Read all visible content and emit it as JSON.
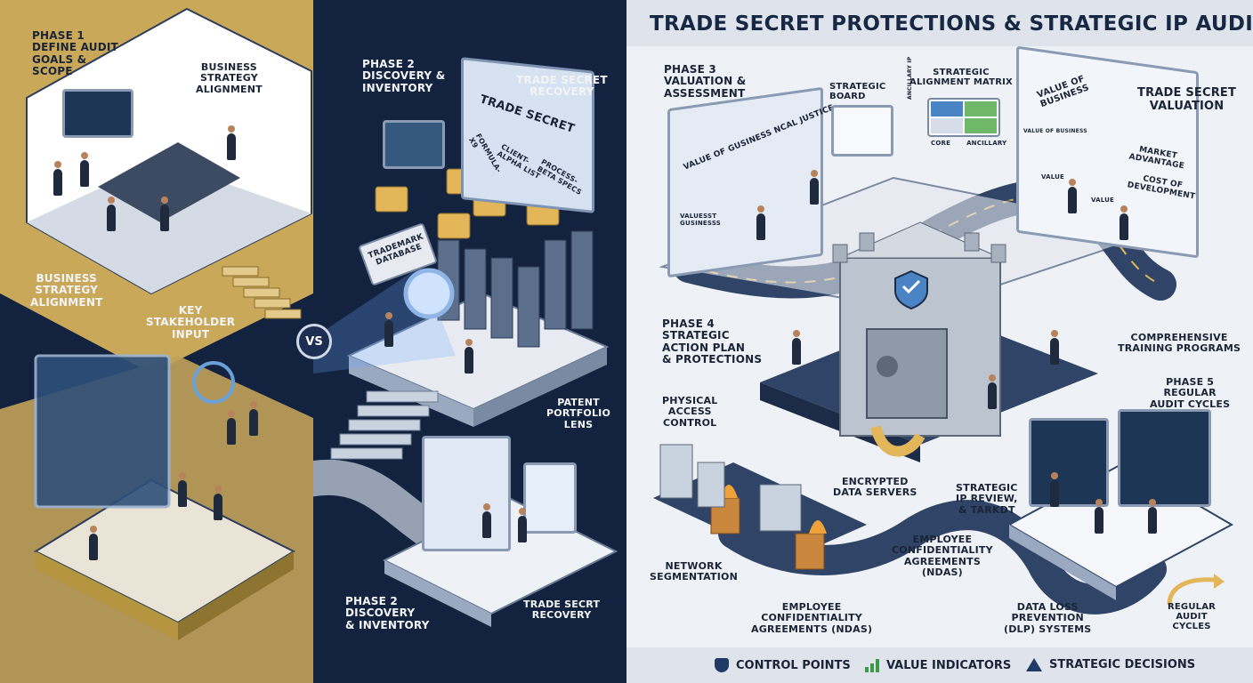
{
  "header": {
    "title": "TRADE SECRET PROTECTIONS & STRATEGIC IP AUDITS"
  },
  "left": {
    "phase1": [
      "PHASE 1",
      "DEFINE AUDIT",
      "GOALS &",
      "SCOPE"
    ],
    "business_alignment_top": [
      "BUSINESS",
      "STRATEGY",
      "ALIGNMENT"
    ],
    "business_alignment_left": [
      "BUSINESS",
      "STRATEGY",
      "ALIGNMENT"
    ],
    "stakeholder": [
      "KEY",
      "STAKEHOLDER",
      "INPUT"
    ]
  },
  "middle": {
    "phase2_top": [
      "PHASE 2",
      "DISCOVERY &",
      "INVENTORY"
    ],
    "trade_secret_recovery_top": [
      "TRADE SECRET",
      "RECOVERY"
    ],
    "screen_title": "TRADE SECRET",
    "screen_items": [
      "FORMULA-X9",
      "CLIENT-ALPHA LIST",
      "PROCESS-BETA SPECS"
    ],
    "trademark_db": [
      "TRADEMARK",
      "DATABASE"
    ],
    "vs": "VS",
    "patent_lens": [
      "PATENT",
      "PORTFOLIO",
      "LENS"
    ],
    "phase2_bottom": [
      "PHASE 2",
      "DISCOVERY",
      "& INVENTORY"
    ],
    "trade_secret_recovery_bottom": [
      "TRADE SECRT",
      "RECOVERY"
    ]
  },
  "right": {
    "phase3": [
      "PHASE 3",
      "VALUATION &",
      "ASSESSMENT"
    ],
    "strategic_board": [
      "STRATEGIC",
      "BOARD"
    ],
    "matrix_title": [
      "STRATEGIC",
      "ALIGNMENT MATRIX"
    ],
    "matrix_axis": [
      "CORE",
      "ANCILLARY"
    ],
    "matrix_side": "ANCILLARY IP",
    "board_text": "VALUE OF GUSINESS NCAL JUSTICE",
    "board_sub": [
      "VALUESST",
      "GUSINESSS"
    ],
    "valuation_screen": [
      "VALUE OF",
      "BUSINESS"
    ],
    "valuation_axis": [
      "VALUE OF BUSINESS",
      "VALUE",
      "VALUE"
    ],
    "market": [
      "MARKET",
      "ADVANTAGE"
    ],
    "cost": [
      "COST OF",
      "DEVELOPMENT"
    ],
    "trade_secret_valuation": [
      "TRADE SECRET",
      "VALUATION"
    ],
    "phase4": [
      "PHASE 4",
      "STRATEGIC",
      "ACTION PLAN",
      "& PROTECTIONS"
    ],
    "training": [
      "COMPREHENSIVE",
      "TRAINING PROGRAMS"
    ],
    "phase5": [
      "PHASE 5",
      "REGULAR",
      "AUDIT CYCLES"
    ],
    "physical": [
      "PHYSICAL",
      "ACCESS",
      "CONTROL"
    ],
    "encrypted": [
      "ENCRYPTED",
      "DATA SERVERS"
    ],
    "strategic_review": [
      "STRATEGIC",
      "IP REVIEW,",
      "& TARKDT"
    ],
    "nda_upper": [
      "EMPLOYEE",
      "CONFIDENTIALITY",
      "AGREEMENTS",
      "(NDAS)"
    ],
    "network": [
      "NETWORK",
      "SEGMENTATION"
    ],
    "nda_lower": [
      "EMPLOYEE",
      "CONFIDENTIALITY",
      "AGREEMENTS (NDAS)"
    ],
    "dlp": [
      "DATA LOSS",
      "PREVENTION",
      "(DLP) SYSTEMS"
    ],
    "regular_cycles": [
      "REGULAR",
      "AUDIT",
      "CYCLES"
    ]
  },
  "legend": {
    "control_points": "CONTROL POINTS",
    "value_indicators": "VALUE INDICATORS",
    "strategic_decisions": "STRATEGIC DECISIONS"
  },
  "colors": {
    "navy": "#13233f",
    "gold": "#c9a85a",
    "light_panel": "#e9edf3",
    "road": "#2f4466",
    "accent_blue": "#4b84c4"
  }
}
